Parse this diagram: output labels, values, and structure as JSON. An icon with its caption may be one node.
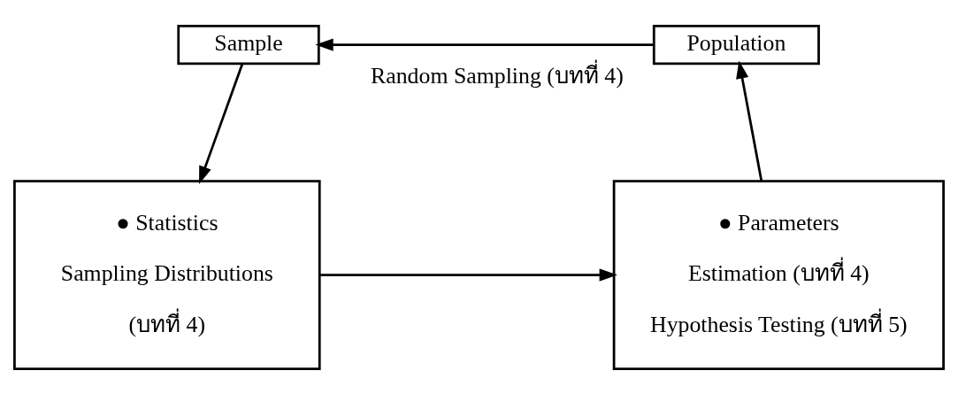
{
  "diagram": {
    "nodes": [
      {
        "text": [
          "Sample"
        ]
      },
      {
        "text": [
          "Population"
        ]
      },
      {
        "text": [
          "● Statistics",
          "Sampling Distributions",
          "(บทที่ 4)"
        ]
      },
      {
        "text": [
          "● Parameters",
          "Estimation (บทที่ 4)",
          "Hypothesis Testing (บทที่ 5)"
        ]
      }
    ],
    "edges": [
      {
        "from": 1,
        "to": 0,
        "arrow": "to",
        "label": "Random Sampling (บทที่ 4)"
      },
      {
        "from": 0,
        "to": 2,
        "arrow": "to"
      },
      {
        "from": 2,
        "to": 3,
        "arrow": "to"
      },
      {
        "from": 3,
        "to": 1,
        "arrow": "to"
      }
    ]
  }
}
